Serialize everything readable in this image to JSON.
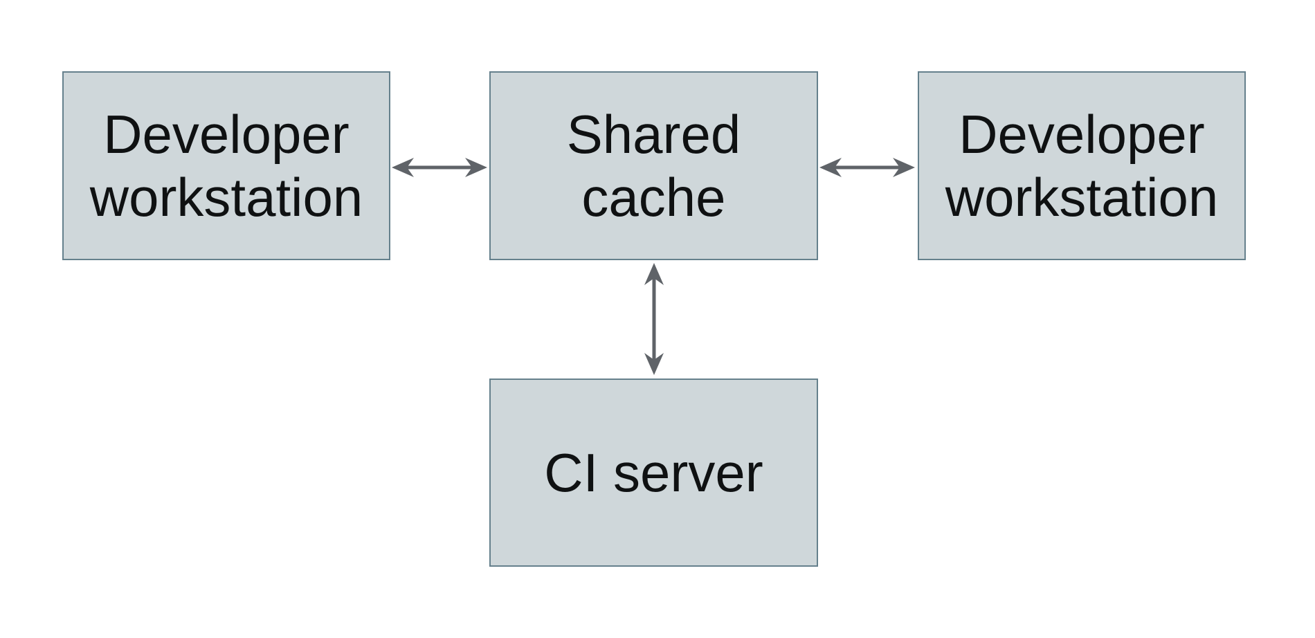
{
  "diagram": {
    "type": "architecture-diagram",
    "nodes": [
      {
        "id": "developer-workstation-left",
        "label": "Developer workstation"
      },
      {
        "id": "shared-cache",
        "label": "Shared cache"
      },
      {
        "id": "developer-workstation-right",
        "label": "Developer workstation"
      },
      {
        "id": "ci-server",
        "label": "CI server"
      }
    ],
    "edges": [
      {
        "from": "developer-workstation-left",
        "to": "shared-cache",
        "direction": "bidirectional",
        "orientation": "horizontal"
      },
      {
        "from": "shared-cache",
        "to": "developer-workstation-right",
        "direction": "bidirectional",
        "orientation": "horizontal"
      },
      {
        "from": "shared-cache",
        "to": "ci-server",
        "direction": "bidirectional",
        "orientation": "vertical"
      }
    ],
    "colors": {
      "node_fill": "#cfd7da",
      "node_border": "#65808c",
      "arrow": "#5f6368",
      "text": "#0f1112",
      "background": "#ffffff"
    }
  }
}
